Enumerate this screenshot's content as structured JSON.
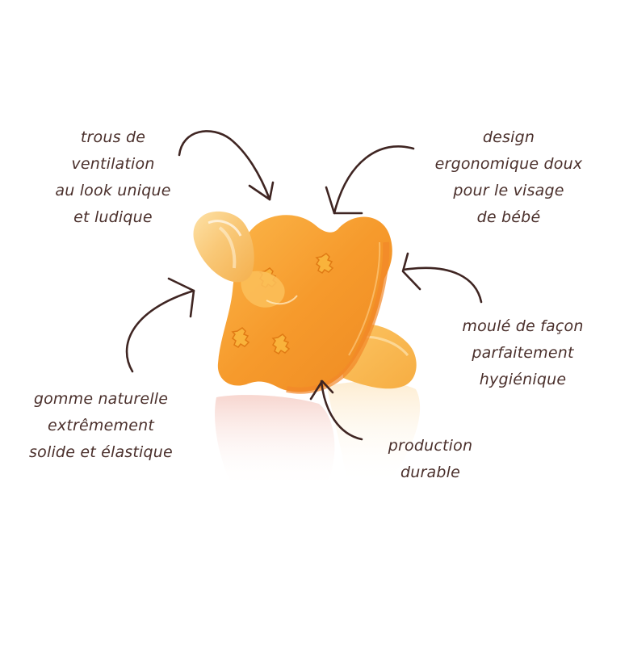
{
  "colors": {
    "background": "#ffffff",
    "text": "#4a2f2b",
    "arrow": "#3f2522",
    "rubber_light": "#f8c770",
    "rubber_mid": "#f6a23a",
    "rubber_dark": "#e8801c",
    "reflection": "#fbe3dc"
  },
  "product": {
    "name": "natural rubber pacifier",
    "icon": "pacifier-illustration"
  },
  "annotations": {
    "ventilation": {
      "lines": [
        "trous de",
        "ventilation",
        "au look unique",
        "et ludique"
      ],
      "arrow_icon": "curved-arrow-down-right-icon"
    },
    "design": {
      "lines": [
        "design",
        "ergonomique doux",
        "pour le visage",
        "de bébé"
      ],
      "arrow_icon": "curved-arrow-down-left-icon"
    },
    "gomme": {
      "lines": [
        "gomme naturelle",
        "extrêmement",
        "solide et élastique"
      ],
      "arrow_icon": "curved-arrow-up-right-icon"
    },
    "moule": {
      "lines": [
        "moulé de façon",
        "parfaitement",
        "hygiénique"
      ],
      "arrow_icon": "curved-arrow-left-icon"
    },
    "production": {
      "lines": [
        "production",
        "durable"
      ],
      "arrow_icon": "curved-arrow-up-icon"
    }
  }
}
